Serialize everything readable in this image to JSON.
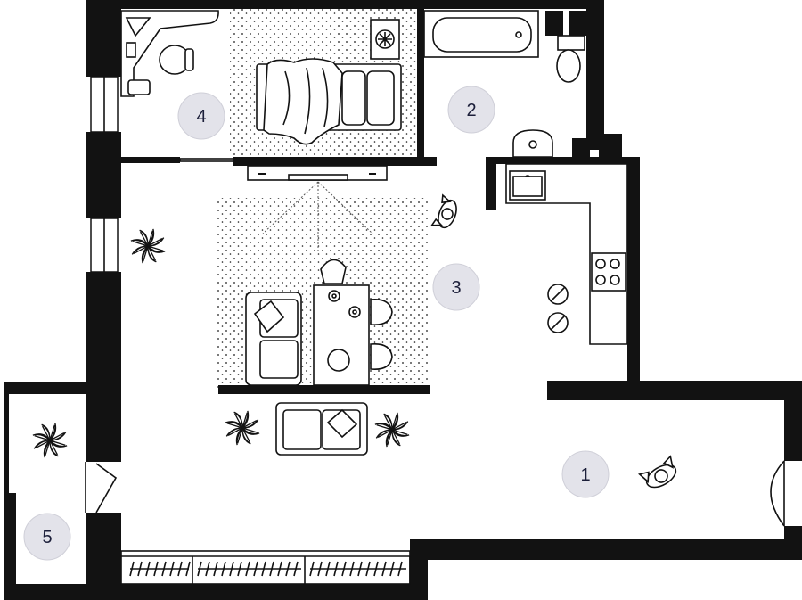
{
  "plan": {
    "rooms": [
      {
        "id": "room-1",
        "label": "1"
      },
      {
        "id": "room-2",
        "label": "2"
      },
      {
        "id": "room-3",
        "label": "3"
      },
      {
        "id": "room-4",
        "label": "4"
      },
      {
        "id": "room-5",
        "label": "5"
      }
    ]
  },
  "colors": {
    "wall": "#121212",
    "badge_fill": "#e3e3ea",
    "badge_text": "#1c1f3a"
  }
}
